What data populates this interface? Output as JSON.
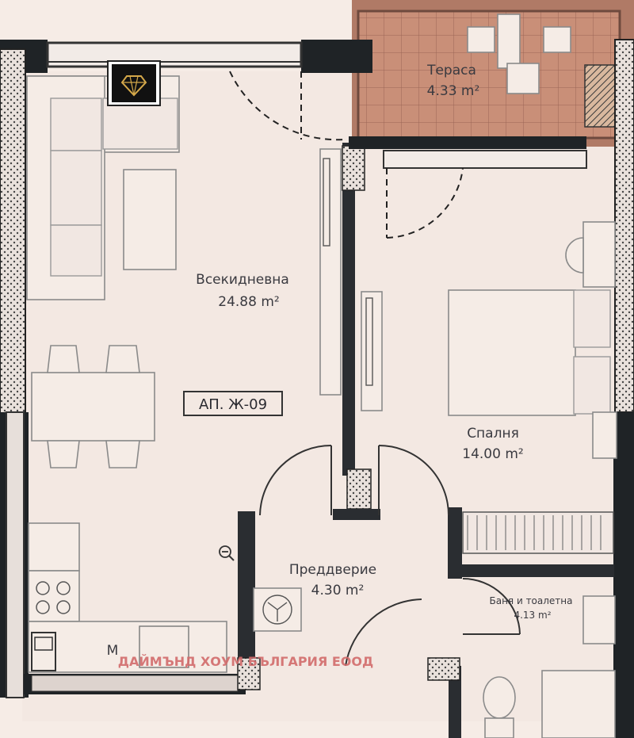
{
  "apartment": {
    "id_label": "АП. Ж-09"
  },
  "rooms": {
    "terrace": {
      "name": "Тераса",
      "area": "4.33 m²"
    },
    "living": {
      "name": "Всекидневна",
      "area": "24.88 m²"
    },
    "bedroom": {
      "name": "Спалня",
      "area": "14.00 m²"
    },
    "hall": {
      "name": "Преддверие",
      "area": "4.30 m²"
    },
    "bathroom": {
      "name": "Баня и тоалетна",
      "area": "4.13 m²"
    }
  },
  "marks": {
    "letter_m": "M"
  },
  "watermark": {
    "text": "ДАЙМЪНД ХОУМ БЪЛГАРИЯ ЕООД"
  },
  "colors": {
    "walls": "#1f2326",
    "terrace_floor": "#c98f78",
    "floor": "#f3e8e2",
    "watermark": "#d26a6a",
    "logo_bg": "#111111",
    "logo_gem": "#d4a84a"
  }
}
